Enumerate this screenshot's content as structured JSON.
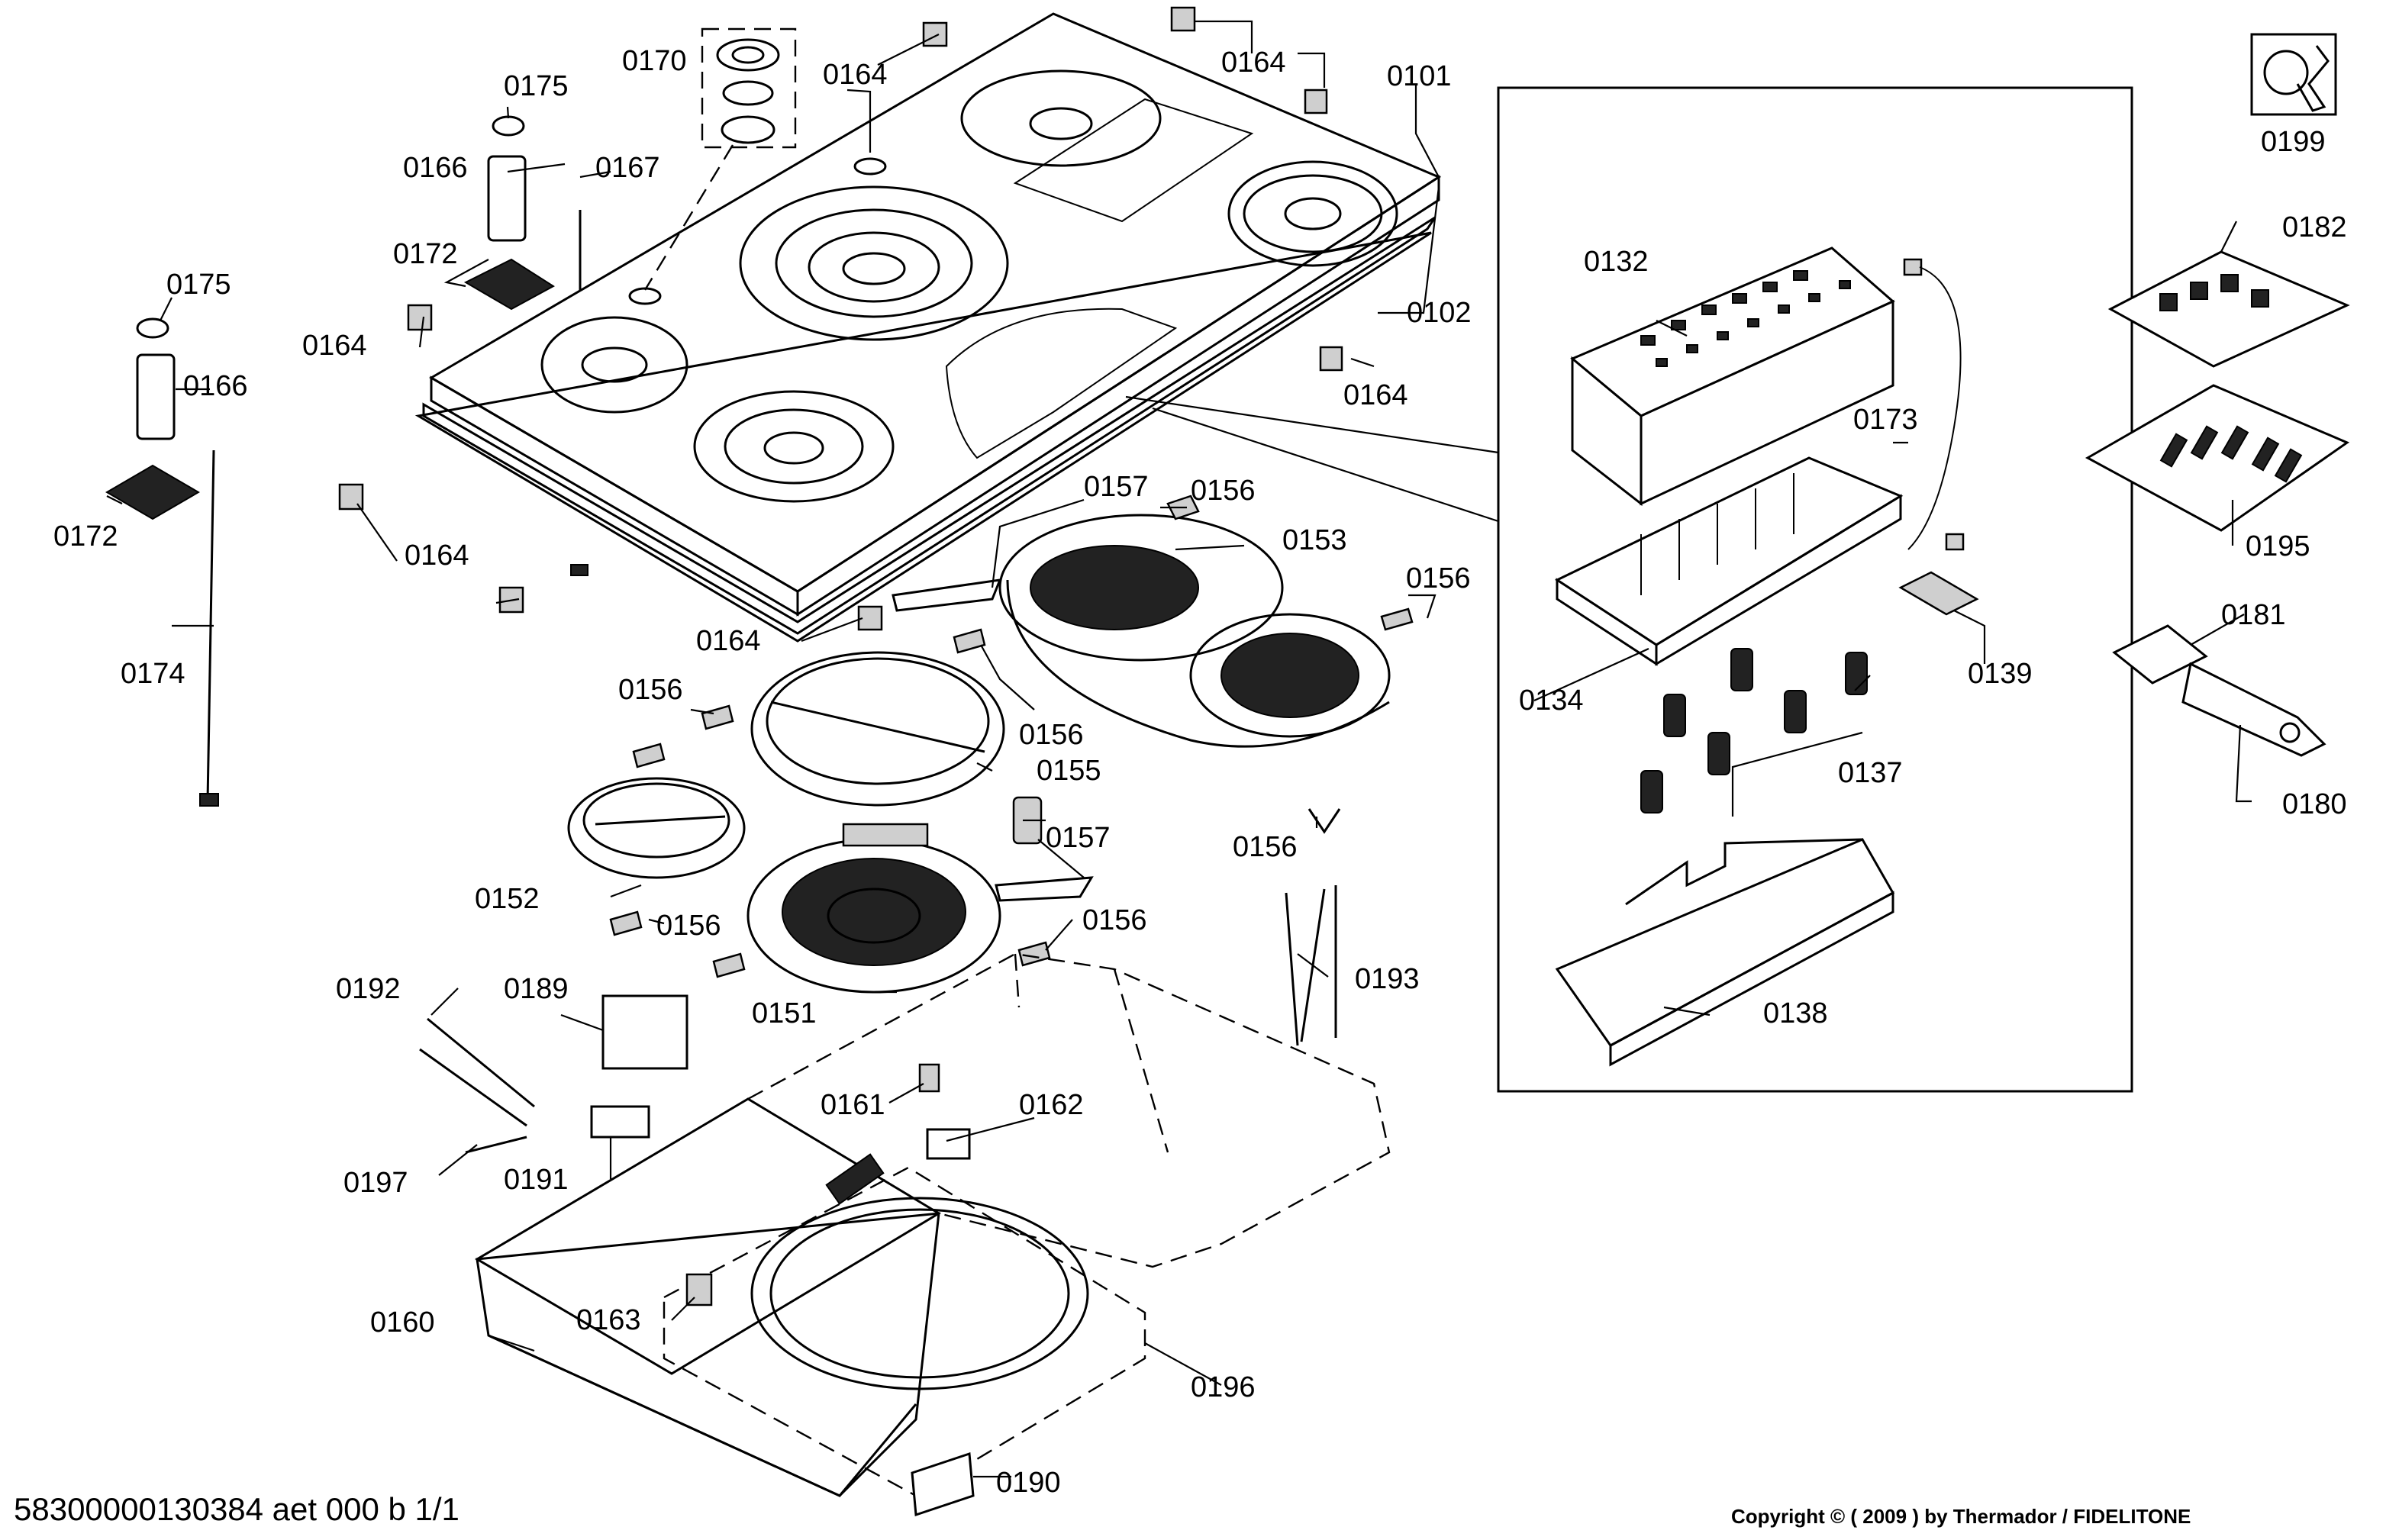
{
  "document_id": "58300000130384 aet 000 b 1/1",
  "copyright": "Copyright © ( 2009 ) by Thermador  / FIDELITONE",
  "callouts": {
    "c0101": "0101",
    "c0102": "0102",
    "c0132": "0132",
    "c0134": "0134",
    "c0137": "0137",
    "c0138": "0138",
    "c0139": "0139",
    "c0151": "0151",
    "c0152": "0152",
    "c0153": "0153",
    "c0155": "0155",
    "c0156a": "0156",
    "c0156b": "0156",
    "c0156c": "0156",
    "c0156d": "0156",
    "c0156e": "0156",
    "c0156f": "0156",
    "c0156g": "0156",
    "c0157a": "0157",
    "c0157b": "0157",
    "c0160": "0160",
    "c0161": "0161",
    "c0162": "0162",
    "c0163": "0163",
    "c0164a": "0164",
    "c0164b": "0164",
    "c0164c": "0164",
    "c0164d": "0164",
    "c0164e": "0164",
    "c0164f": "0164",
    "c0166a": "0166",
    "c0166b": "0166",
    "c0167": "0167",
    "c0170": "0170",
    "c0172a": "0172",
    "c0172b": "0172",
    "c0173": "0173",
    "c0174": "0174",
    "c0175a": "0175",
    "c0175b": "0175",
    "c0180": "0180",
    "c0181": "0181",
    "c0182": "0182",
    "c0189": "0189",
    "c0190": "0190",
    "c0191": "0191",
    "c0192": "0192",
    "c0193": "0193",
    "c0195": "0195",
    "c0196": "0196",
    "c0197": "0197",
    "c0199": "0199"
  }
}
